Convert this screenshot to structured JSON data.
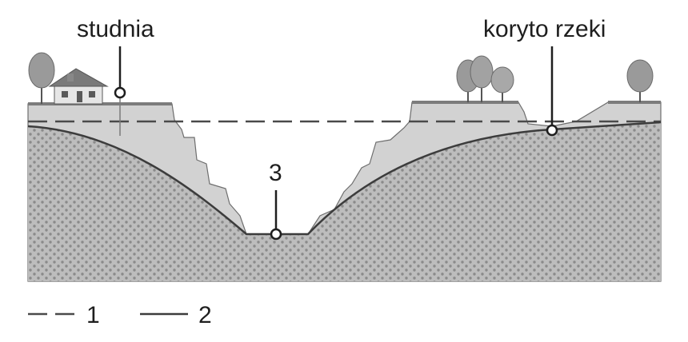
{
  "labels": {
    "well": "studnia",
    "riverbed": "koryto rzeki",
    "point_3": "3"
  },
  "legend": [
    {
      "style": "dashed",
      "label": "1"
    },
    {
      "style": "solid",
      "label": "2"
    }
  ],
  "colors": {
    "aquifer_fill": "#b9b9b9",
    "aquifer_dots": "#8a8a8a",
    "surface_fill": "#d2d2d2",
    "grass": "#8e8e8e",
    "line_dark": "#3c3c3c",
    "tree_foliage": "#9a9a9a",
    "house_wall": "#e6e6e6",
    "house_roof": "#7a7a7a"
  }
}
